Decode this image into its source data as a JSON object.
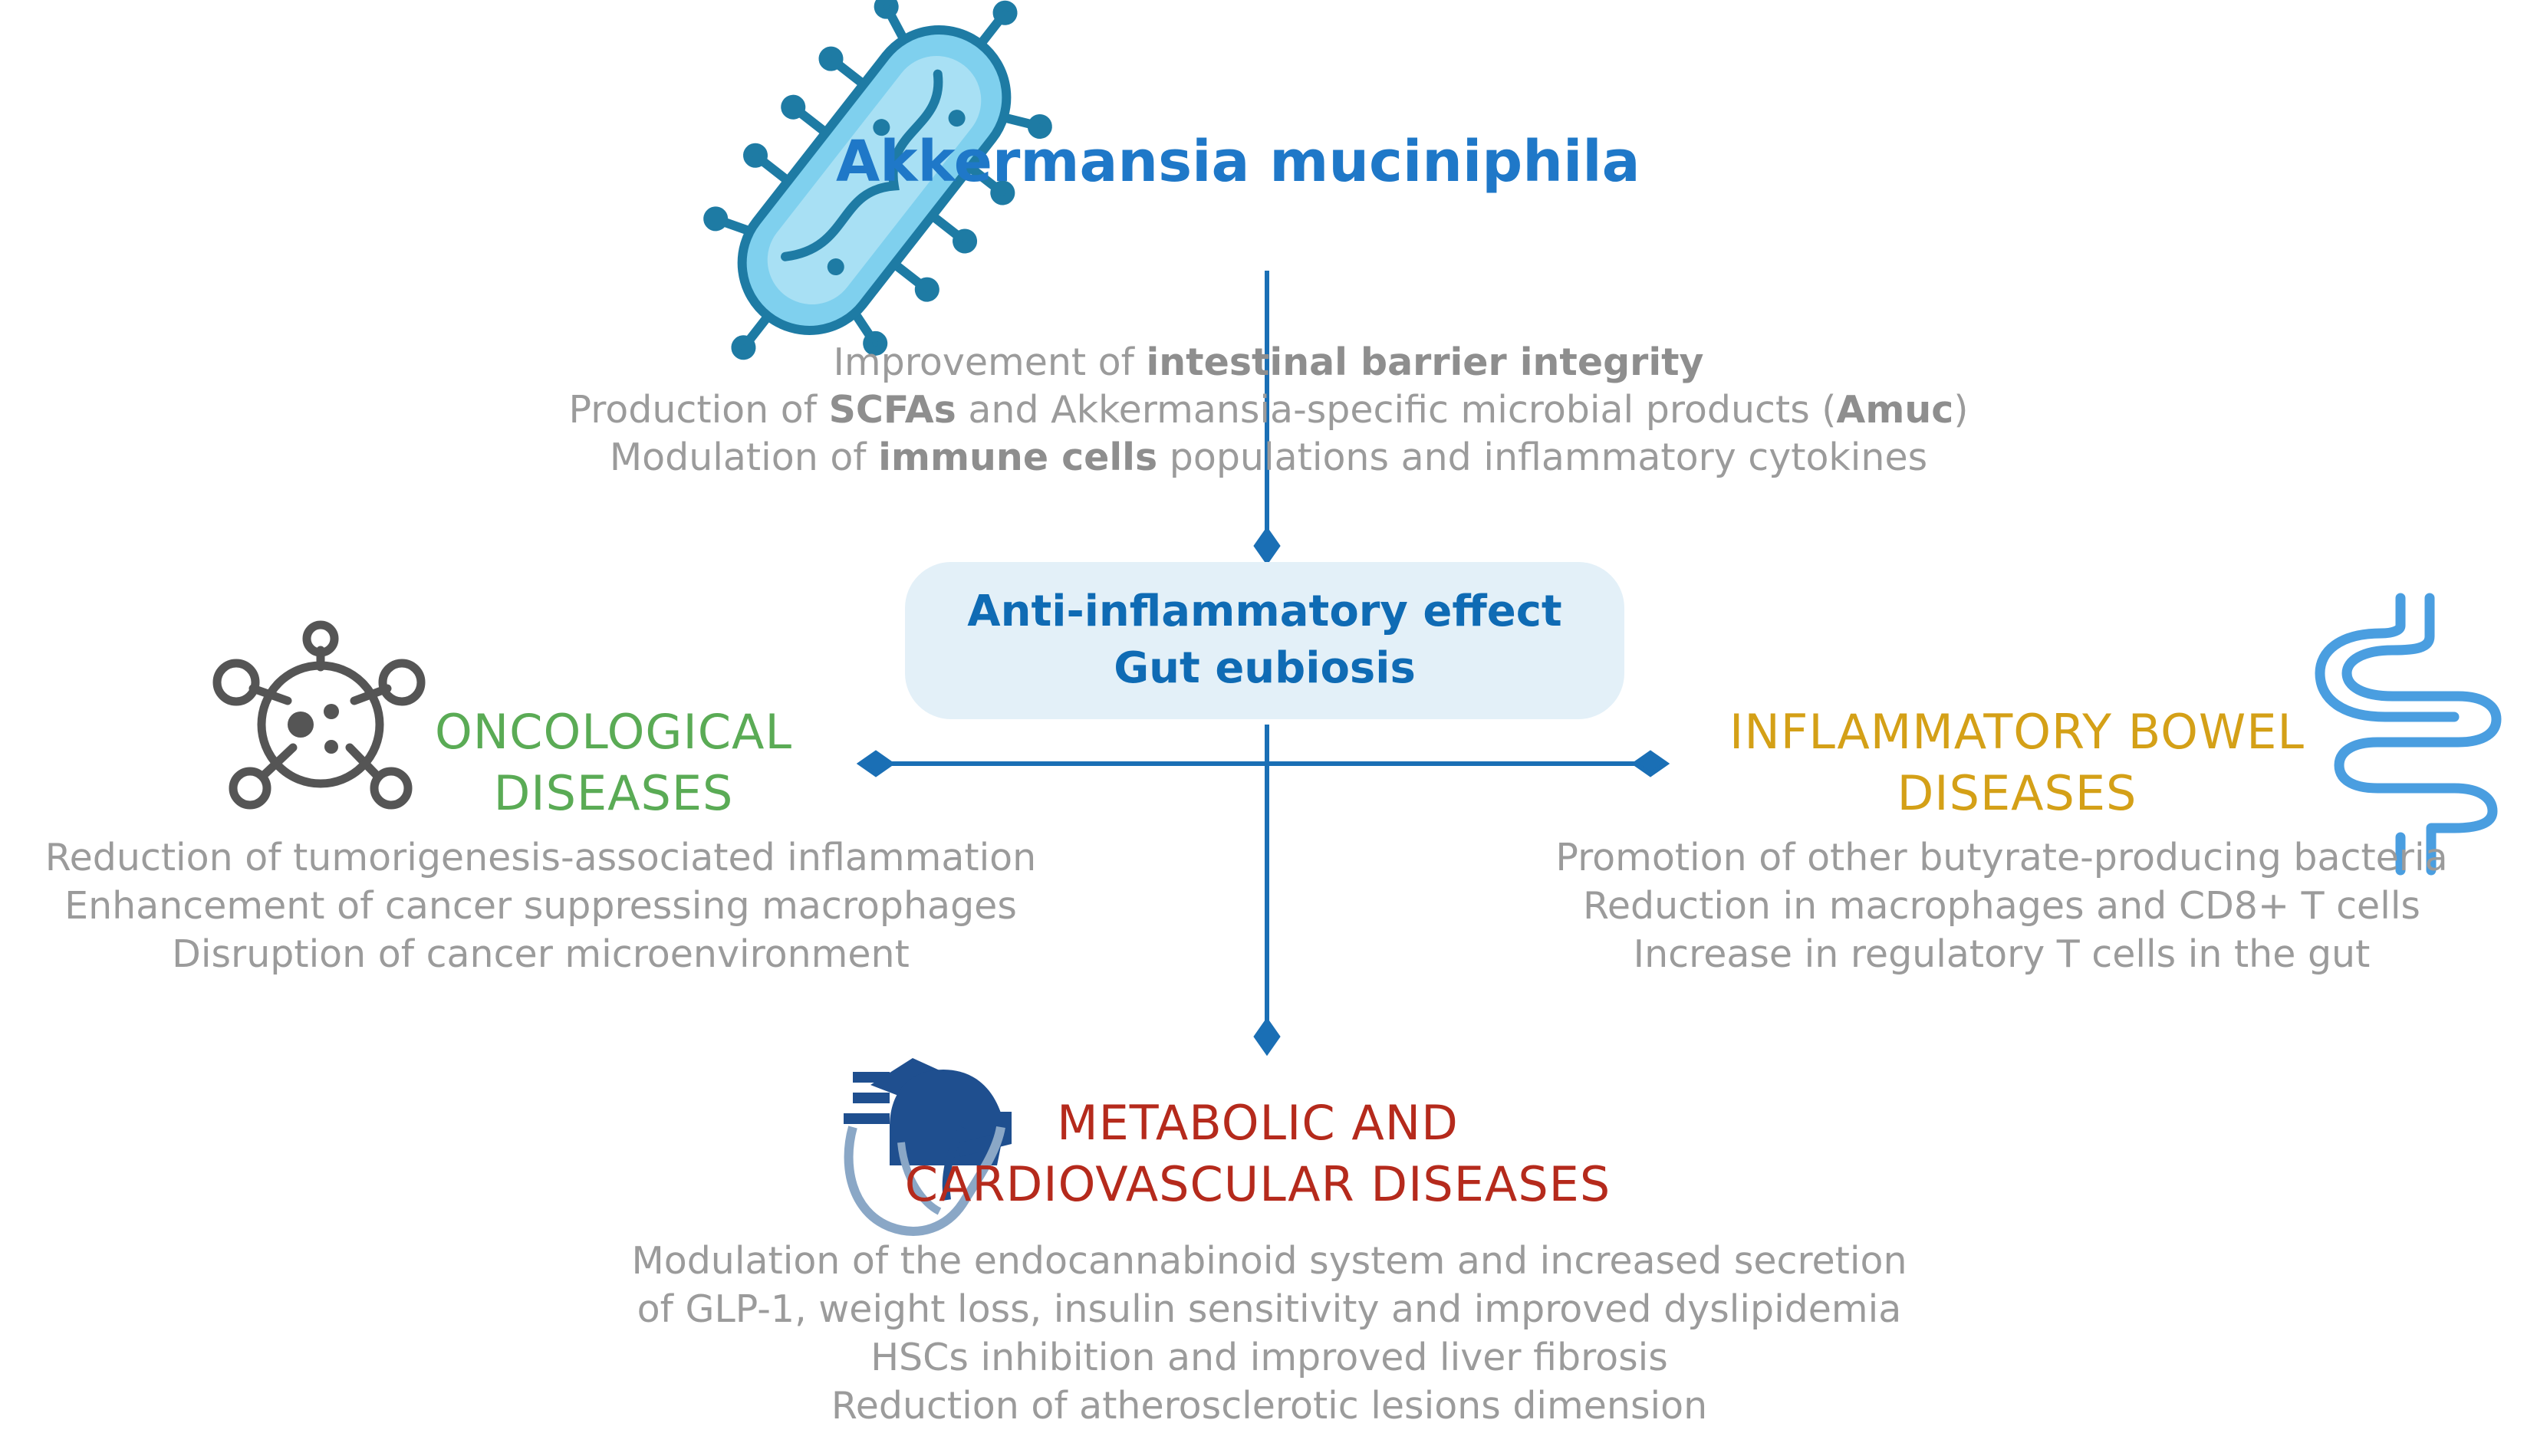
{
  "title": "Akkermansia muciniphila",
  "mechanisms": [
    {
      "pre": "Improvement of ",
      "bold": "intestinal barrier integrity",
      "post": ""
    },
    {
      "pre": "Production of ",
      "bold": "SCFAs",
      "mid": " and Akkermansia-specific microbial products (",
      "bold2": "Amuc",
      "post": ")"
    },
    {
      "pre": "Modulation of ",
      "bold": "immune cells",
      "post": " populations and inflammatory cytokines"
    }
  ],
  "central_effect": {
    "line1": "Anti-inflammatory effect",
    "line2": "Gut eubiosis"
  },
  "diseases": {
    "oncological": {
      "label_line1": "ONCOLOGICAL",
      "label_line2": "DISEASES",
      "color": "#5aab55",
      "effects": [
        "Reduction of tumorigenesis-associated inflammation",
        "Enhancement of cancer suppressing macrophages",
        "Disruption of cancer microenvironment"
      ]
    },
    "ibd": {
      "label_line1": "INFLAMMATORY BOWEL",
      "label_line2": "DISEASES",
      "color": "#d4a017",
      "effects": [
        "Promotion of other butyrate-producing bacteria",
        "Reduction in macrophages and CD8+ T cells",
        "Increase in regulatory T cells in the gut"
      ]
    },
    "metabolic": {
      "label_line1": "METABOLIC AND",
      "label_line2": "CARDIOVASCULAR DISEASES",
      "color": "#b52a1c",
      "effects": [
        "Modulation of the endocannabinoid system and increased secretion",
        "of GLP-1, weight loss, insulin sensitivity and improved dyslipidemia",
        "HSCs inhibition and improved liver fibrosis",
        "Reduction of atherosclerotic lesions dimension"
      ]
    }
  },
  "colors": {
    "connector": "#1a6fb5",
    "text_grey": "#9b9b9b",
    "bacterium": "#1e7ba4",
    "intestine": "#4a9ee0",
    "heart": "#1f4f8f"
  },
  "icons": [
    "bacterium-icon",
    "virus-cell-icon",
    "intestine-icon",
    "heart-icon"
  ]
}
